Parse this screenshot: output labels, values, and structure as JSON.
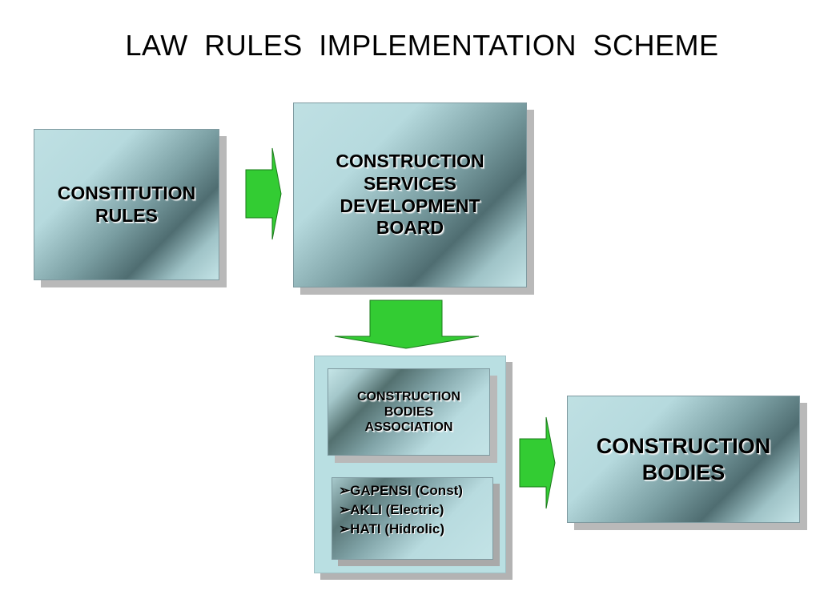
{
  "title": "LAW  RULES  IMPLEMENTATION  SCHEME",
  "boxes": {
    "constitution": [
      "CONSTITUTION",
      "RULES"
    ],
    "board": [
      "CONSTRUCTION",
      "SERVICES",
      "DEVELOPMENT",
      "BOARD"
    ],
    "association": [
      "CONSTRUCTION",
      "BODIES",
      "ASSOCIATION"
    ],
    "bodies": [
      "CONSTRUCTION",
      "BODIES"
    ]
  },
  "association_members": [
    "➢GAPENSI (Const)",
    "➢AKLI (Electric)",
    "➢HATI (Hidrolic)"
  ],
  "colors": {
    "arrow_fill": "#33cc33",
    "box_light": "#bfe0e3",
    "box_dark": "#4f6d71"
  }
}
